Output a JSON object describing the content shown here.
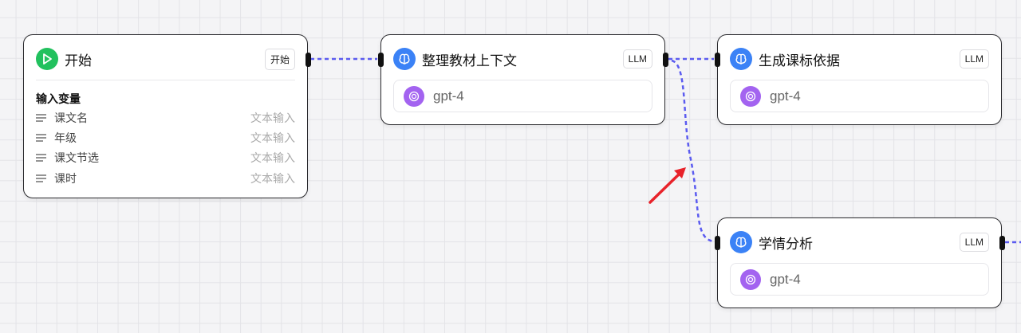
{
  "start_node": {
    "title": "开始",
    "badge": "开始",
    "section": "输入变量",
    "variables": [
      {
        "name": "课文名",
        "type": "文本输入"
      },
      {
        "name": "年级",
        "type": "文本输入"
      },
      {
        "name": "课文节选",
        "type": "文本输入"
      },
      {
        "name": "课时",
        "type": "文本输入"
      }
    ]
  },
  "llm_nodes": [
    {
      "title": "整理教材上下文",
      "badge": "LLM",
      "model": "gpt-4"
    },
    {
      "title": "生成课标依据",
      "badge": "LLM",
      "model": "gpt-4"
    },
    {
      "title": "学情分析",
      "badge": "LLM",
      "model": "gpt-4"
    }
  ],
  "colors": {
    "edge": "#5b5bf0",
    "arrow": "#e8222a",
    "start": "#22c15e",
    "llm": "#3b82f6",
    "model": "#a363f0"
  }
}
